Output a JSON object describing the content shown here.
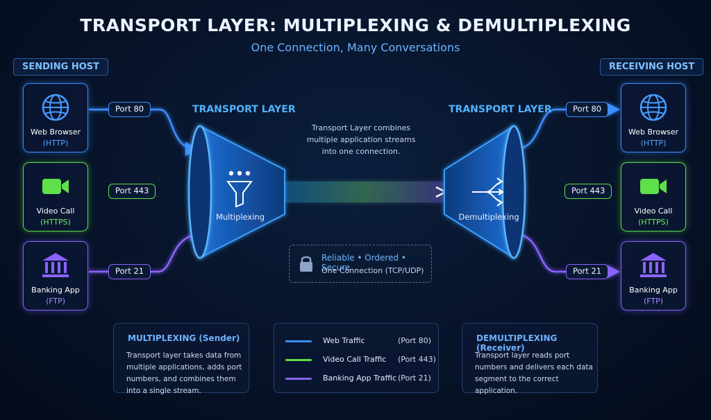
{
  "title": "TRANSPORT LAYER: MULTIPLEXING & DEMULTIPLEXING",
  "subtitle": "One Connection, Many Conversations",
  "sending_host_label": "SENDING HOST",
  "receiving_host_label": "RECEIVING HOST",
  "apps": [
    {
      "name": "Web Browser",
      "protocol": "(HTTP)",
      "port": "Port 80",
      "icon": "globe-icon",
      "color": "#3d8fff"
    },
    {
      "name": "Video Call",
      "protocol": "(HTTPS)",
      "port": "Port 443",
      "icon": "video-camera-icon",
      "color": "#5fe04a"
    },
    {
      "name": "Banking App",
      "protocol": "(FTP)",
      "port": "Port 21",
      "icon": "bank-icon",
      "color": "#8a63ff"
    }
  ],
  "left_layer": {
    "title": "TRANSPORT LAYER",
    "label": "Multiplexing",
    "icon": "funnel-icon"
  },
  "right_layer": {
    "title": "TRANSPORT LAYER",
    "label": "Demultiplexing",
    "icon": "split-arrows-icon"
  },
  "center_note": "Transport Layer combines multiple application streams into one connection.",
  "secure_box": {
    "line1": "Reliable • Ordered • Secure",
    "line2": "One Connection (TCP/UDP)",
    "icon": "lock-icon"
  },
  "mux_card": {
    "title": "MULTIPLEXING (Sender)",
    "text": "Transport layer takes data from multiple applications, adds port numbers, and combines them into a single stream."
  },
  "legend": [
    {
      "label": "Web Traffic",
      "port": "(Port 80)",
      "color": "#3d8fff"
    },
    {
      "label": "Video Call Traffic",
      "port": "(Port 443)",
      "color": "#5fe04a"
    },
    {
      "label": "Banking App Traffic",
      "port": "(Port 21)",
      "color": "#8a63ff"
    }
  ],
  "demux_card": {
    "title": "DEMULTIPLEXING (Receiver)",
    "text": "Transport layer reads port numbers and delivers each data segment to the correct application."
  }
}
